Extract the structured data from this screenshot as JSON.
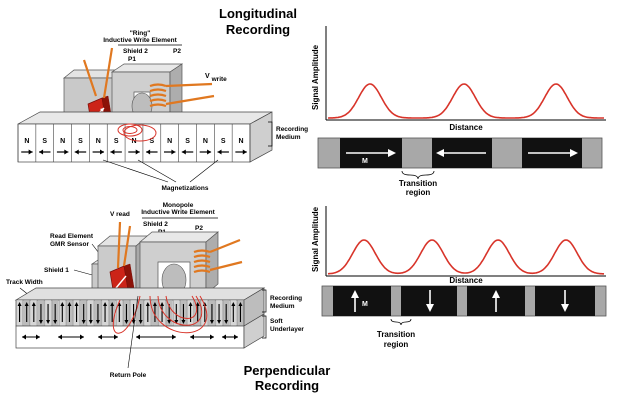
{
  "titles": {
    "longitudinal": [
      "Longitudinal",
      "Recording"
    ],
    "perpendicular": [
      "Perpendicular",
      "Recording"
    ]
  },
  "longitudinal_head": {
    "ring_label": [
      "\"Ring\"",
      "Inductive Write Element"
    ],
    "shield2": "Shield 2",
    "p1": "P1",
    "p2": "P2",
    "v_write_v": "V",
    "v_write_sub": "write",
    "medium_label": [
      "Recording",
      "Medium"
    ],
    "magnetizations": "Magnetizations",
    "media_letters": [
      "N",
      "S",
      "N",
      "S",
      "N",
      "S",
      "N",
      "S",
      "N",
      "S",
      "N",
      "S",
      "N"
    ]
  },
  "perpendicular_head": {
    "v_read": "V read",
    "monopole_label": [
      "Monopole",
      "Inductive Write Element"
    ],
    "shield2": "Shield 2",
    "p1": "P1",
    "p2": "P2",
    "read_element": [
      "Read Element",
      "GMR Sensor"
    ],
    "shield1": "Shield 1",
    "track_width": "Track Width",
    "medium_label": [
      "Recording",
      "Medium"
    ],
    "underlayer_label": [
      "Soft",
      "Underlayer"
    ],
    "return_pole": "Return Pole"
  },
  "signal_top": {
    "ylabel": "Signal Amplitude",
    "xlabel": "Distance",
    "bar_label": "M",
    "transition": [
      "Transition",
      "region"
    ]
  },
  "signal_bottom": {
    "ylabel": "Signal Amplitude",
    "xlabel": "Distance",
    "bar_label": "M",
    "transition": [
      "Transition",
      "region"
    ]
  },
  "colors": {
    "signal": "#d8342a",
    "pole": "#c8c8c8",
    "coil": "#e07820",
    "sensor": "#cc2418",
    "bar_dark": "#111111",
    "bar_gray": "#a8a8a8"
  }
}
